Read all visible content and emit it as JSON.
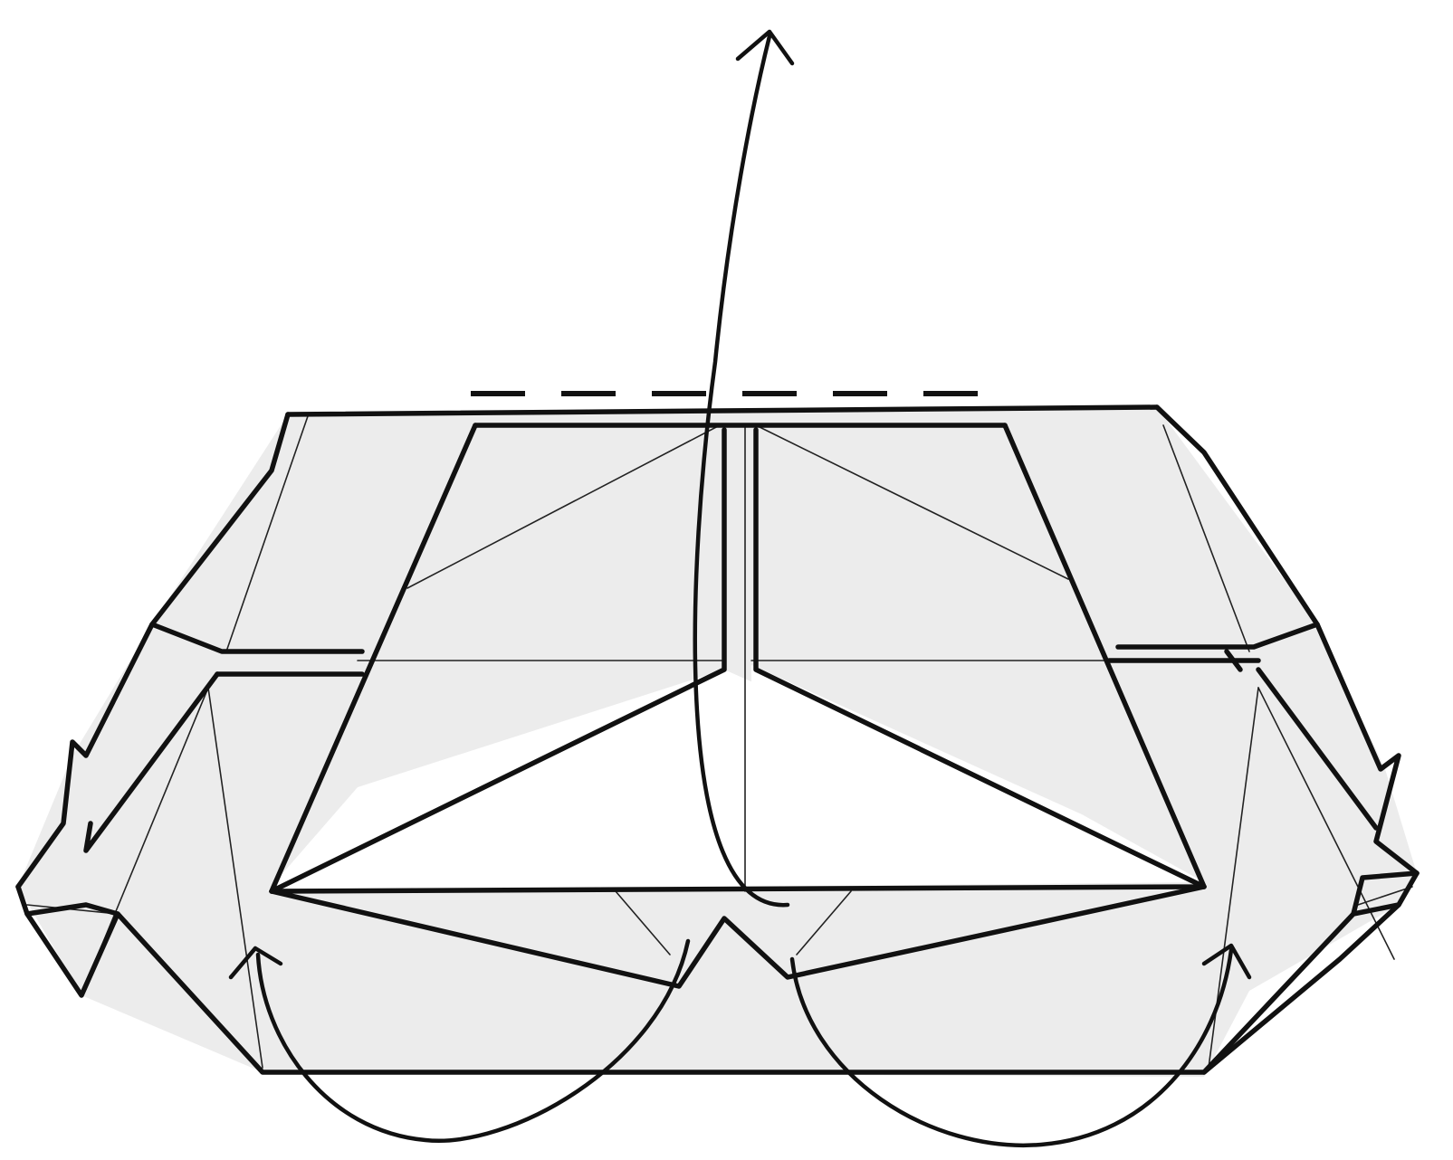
{
  "diagram": {
    "kind": "origami-fold-step",
    "colors": {
      "paper": "#ececec",
      "background": "#ffffff",
      "line": "#111111"
    },
    "icons": [
      "valley-fold-line",
      "fold-up-arrow",
      "fold-arrow-left",
      "fold-arrow-right"
    ]
  }
}
